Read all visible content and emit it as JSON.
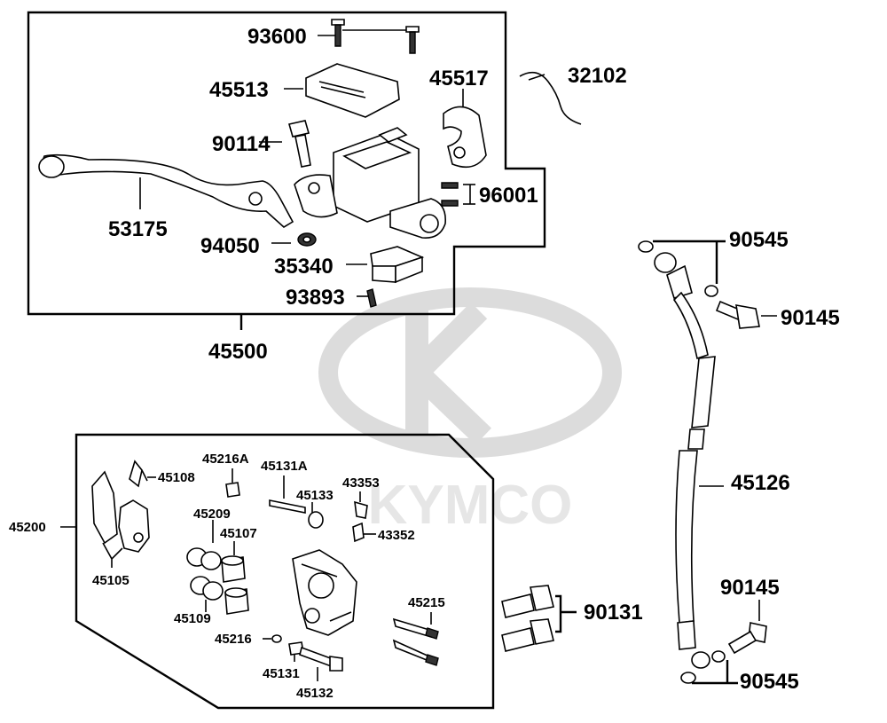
{
  "watermark": {
    "text": "KYMCO"
  },
  "labels": {
    "93600": "93600",
    "45513": "45513",
    "45517": "45517",
    "32102": "32102",
    "90114": "90114",
    "96001": "96001",
    "53175": "53175",
    "94050": "94050",
    "35340": "35340",
    "93893": "93893",
    "45500": "45500",
    "90545_top": "90545",
    "90145_top": "90145",
    "45126": "45126",
    "90145_bottom": "90145",
    "90131": "90131",
    "90545_bottom": "90545",
    "45200": "45200",
    "45216A": "45216A",
    "45131A": "45131A",
    "45108": "45108",
    "45133": "45133",
    "43353": "43353",
    "45209": "45209",
    "45107": "45107",
    "43352": "43352",
    "45105": "45105",
    "45109": "45109",
    "45215": "45215",
    "45216": "45216",
    "45131": "45131",
    "45132": "45132"
  }
}
